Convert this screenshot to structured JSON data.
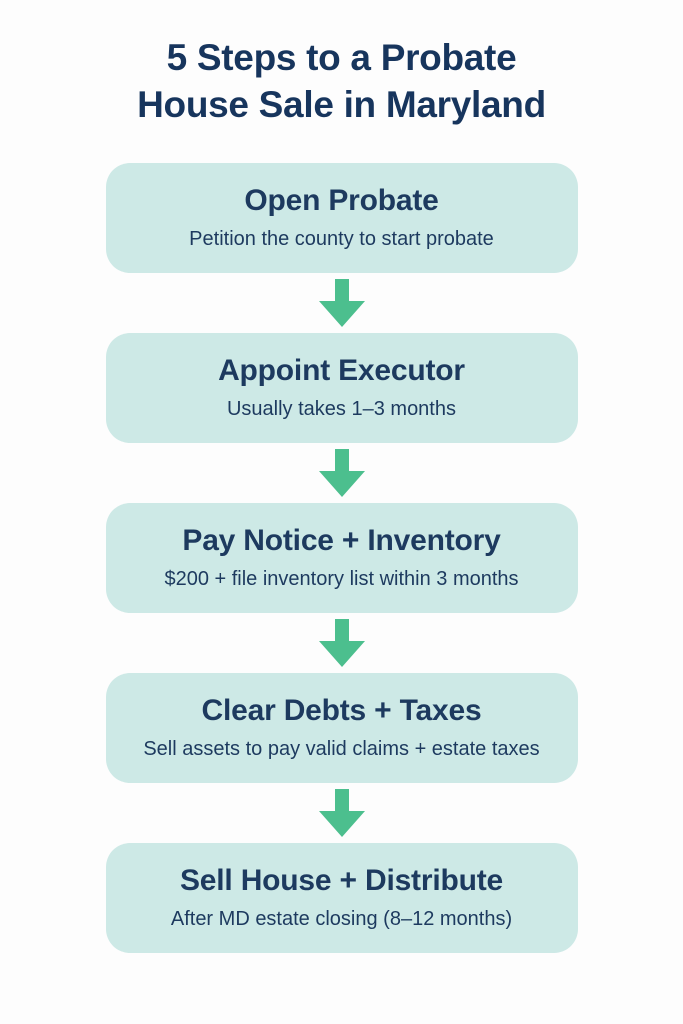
{
  "title": {
    "line1": "5 Steps to a Probate",
    "line2": "House Sale in Maryland"
  },
  "steps": [
    {
      "heading": "Open Probate",
      "subtext": "Petition the county to start probate"
    },
    {
      "heading": "Appoint Executor",
      "subtext": "Usually takes 1–3 months"
    },
    {
      "heading": "Pay Notice + Inventory",
      "subtext": "$200 + file inventory list within 3 months"
    },
    {
      "heading": "Clear Debts + Taxes",
      "subtext": "Sell assets to pay valid claims + estate taxes"
    },
    {
      "heading": "Sell House + Distribute",
      "subtext": "After MD estate closing (8–12 months)"
    }
  ],
  "icons": {
    "down_arrow": "↓"
  },
  "colors": {
    "background": "#fdfdfd",
    "box_fill": "#cde9e6",
    "text_navy": "#1d3a5f",
    "title_navy": "#17355d",
    "arrow_green": "#4cbf8e"
  }
}
